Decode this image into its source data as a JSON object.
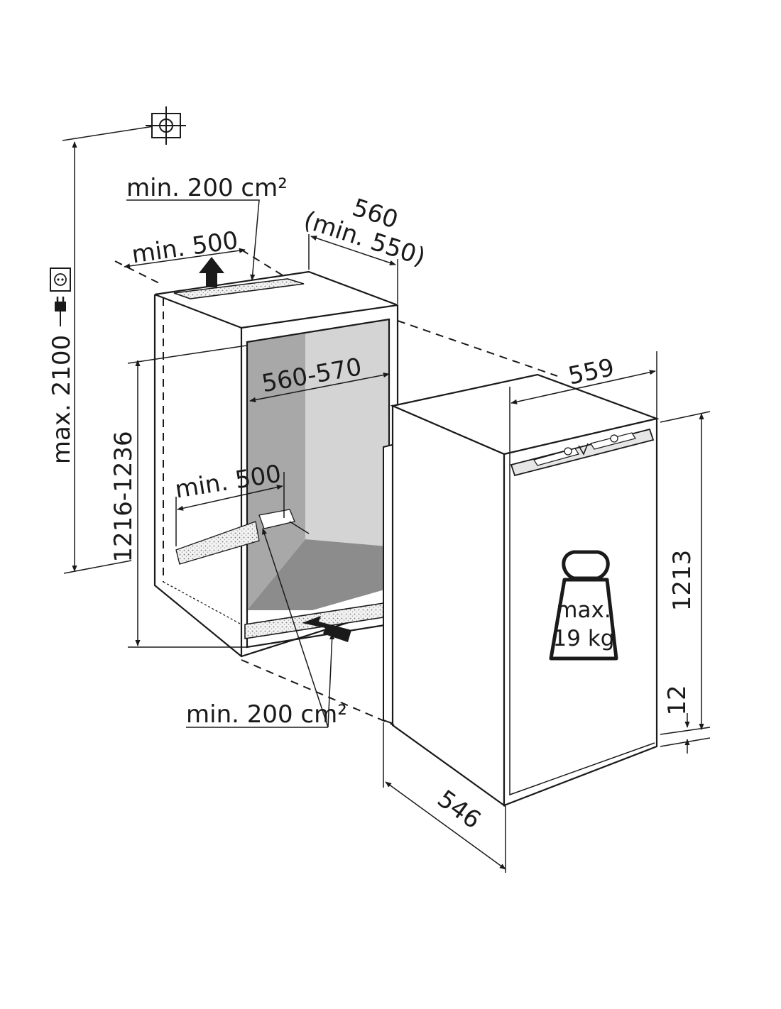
{
  "labels": {
    "max_height": "max. 2100",
    "vent_top_area": "min. 200 cm²",
    "vent_top_width": "min. 500",
    "depth_top_1": "560",
    "depth_top_2": "(min. 550)",
    "niche_width": "560-570",
    "niche_height": "1216-1236",
    "vent_bottom_width": "min. 500",
    "vent_bottom_area": "min. 200 cm²",
    "appliance_width": "559",
    "appliance_height": "1213",
    "plinth": "12",
    "appliance_depth": "546",
    "weight_line1": "max.",
    "weight_line2": "19 kg"
  },
  "icons": {
    "level": "spirit-level-icon",
    "socket": "power-socket-icon",
    "plug": "power-plug-icon",
    "weight": "weight-icon"
  }
}
